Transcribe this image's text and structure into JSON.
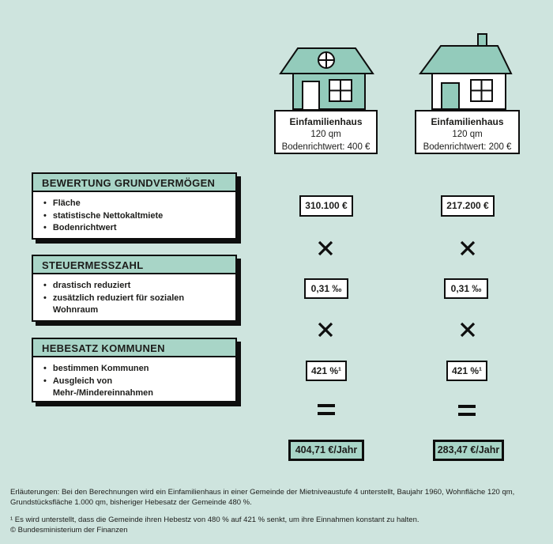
{
  "colors": {
    "background": "#cee4de",
    "house_teal": "#93cbbb",
    "header_mint": "#a8d5c7",
    "border_black": "#0e0e0e",
    "text": "#1d1d1b",
    "white": "#ffffff"
  },
  "steps": [
    {
      "title": "BEWERTUNG GRUNDVERMÖGEN",
      "bullets": [
        "Fläche",
        "statistische Nettokaltmiete",
        "Bodenrichtwert"
      ]
    },
    {
      "title": "STEUERMESSZAHL",
      "bullets": [
        "drastisch reduziert",
        "zusätzlich reduziert für sozialen\nWohnraum"
      ]
    },
    {
      "title": "HEBESATZ KOMMUNEN",
      "bullets": [
        "bestimmen Kommunen",
        "Ausgleich von\nMehr-/Mindereinnahmen"
      ]
    }
  ],
  "operators": {
    "multiply": "×",
    "equals": "="
  },
  "columns": [
    {
      "house": {
        "name": "Einfamilienhaus",
        "size": "120 qm",
        "land_value": "Bodenrichtwert: 400 €"
      },
      "grundvermoegen": "310.100 €",
      "steuermesszahl": "0,31 ‰",
      "hebesatz": "421 %¹",
      "result": "404,71 €/Jahr"
    },
    {
      "house": {
        "name": "Einfamilienhaus",
        "size": "120 qm",
        "land_value": "Bodenrichtwert: 200 €"
      },
      "grundvermoegen": "217.200 €",
      "steuermesszahl": "0,31 ‰",
      "hebesatz": "421 %¹",
      "result": "283,47 €/Jahr"
    }
  ],
  "footer": {
    "line1": "Erläuterungen: Bei den Berechnungen wird ein Einfamilienhaus in einer Gemeinde der Mietniveaustufe 4 unterstellt, Baujahr 1960, Wohnfläche 120 qm,",
    "line2": "Grundstücksfläche 1.000 qm, bisheriger Hebesatz der Gemeinde 480 %.",
    "footnote": "¹ Es wird unterstellt, dass die Gemeinde ihren Hebestz von 480 % auf 421 % senkt, um ihre Einnahmen konstant zu halten.",
    "copyright": "© Bundesministerium der Finanzen"
  }
}
